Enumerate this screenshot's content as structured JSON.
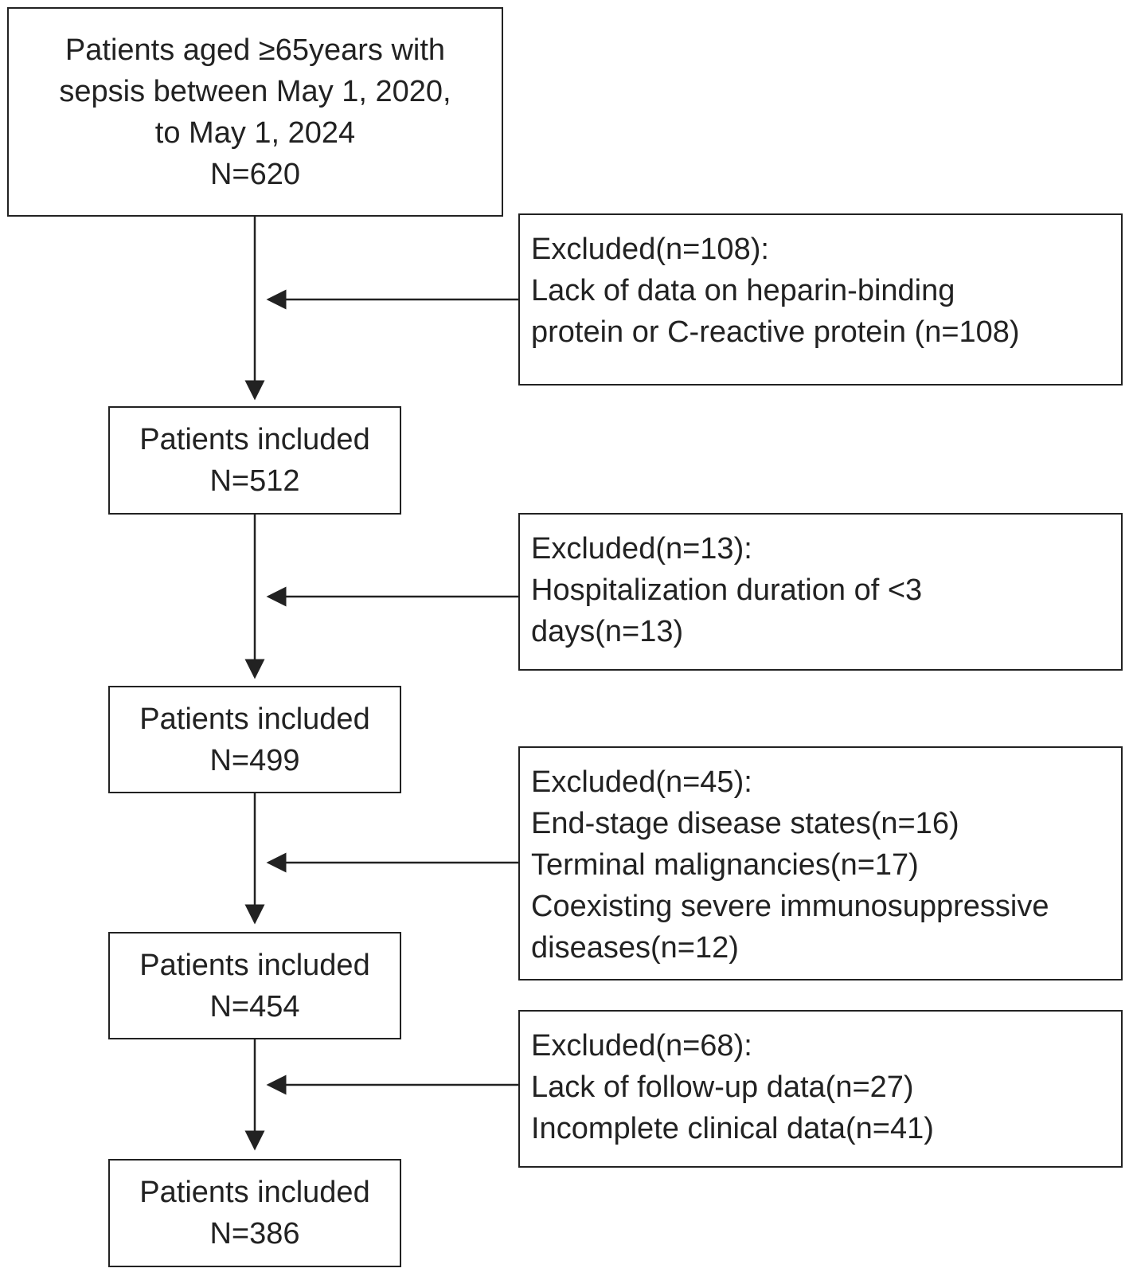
{
  "main_boxes": [
    {
      "lines": [
        "Patients aged ≥65years with",
        "sepsis between May 1, 2020,",
        "to May 1, 2024",
        "N=620"
      ]
    },
    {
      "lines": [
        "Patients included",
        "N=512"
      ]
    },
    {
      "lines": [
        "Patients included",
        "N=499"
      ]
    },
    {
      "lines": [
        "Patients included",
        "N=454"
      ]
    },
    {
      "lines": [
        "Patients included",
        "N=386"
      ]
    }
  ],
  "exclusion_boxes": [
    {
      "lines": [
        "Excluded(n=108):",
        "Lack of data on heparin-binding",
        "protein or C-reactive protein (n=108)"
      ]
    },
    {
      "lines": [
        "Excluded(n=13):",
        "Hospitalization duration of <3",
        "days(n=13)"
      ]
    },
    {
      "lines": [
        "Excluded(n=45):",
        "End-stage disease states(n=16)",
        "Terminal malignancies(n=17)",
        "Coexisting severe immunosuppressive",
        "diseases(n=12)"
      ]
    },
    {
      "lines": [
        "Excluded(n=68):",
        "Lack of follow-up data(n=27)",
        "Incomplete clinical data(n=41)"
      ]
    }
  ],
  "colors": {
    "stroke": "#222222",
    "background": "#ffffff"
  }
}
